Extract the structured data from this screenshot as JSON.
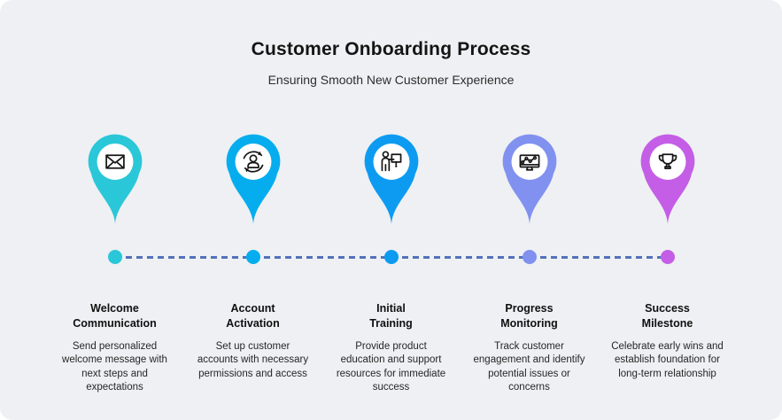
{
  "canvas": {
    "background_color": "#eef0f3"
  },
  "header": {
    "title": "Customer Onboarding Process",
    "subtitle": "Ensuring Smooth New Customer Experience"
  },
  "timeline": {
    "dash_color": "#5272b8"
  },
  "steps": [
    {
      "icon": "envelope-icon",
      "color": "#2ac7d8",
      "title_lines": [
        "Welcome",
        "Communication"
      ],
      "description": "Send personalized welcome message with next steps and expectations"
    },
    {
      "icon": "user-sync-icon",
      "color": "#05adee",
      "title_lines": [
        "Account",
        "Activation"
      ],
      "description": "Set up customer accounts with necessary permissions and access"
    },
    {
      "icon": "presentation-training-icon",
      "color": "#0d9bf2",
      "title_lines": [
        "Initial",
        "Training"
      ],
      "description": "Provide product education and support resources for immediate success"
    },
    {
      "icon": "monitor-chart-icon",
      "color": "#8191f0",
      "title_lines": [
        "Progress",
        "Monitoring"
      ],
      "description": "Track customer engagement and identify potential issues or concerns"
    },
    {
      "icon": "trophy-icon",
      "color": "#c45ee6",
      "title_lines": [
        "Success",
        "Milestone"
      ],
      "description": "Celebrate early wins and establish foundation for long-term relationship"
    }
  ]
}
